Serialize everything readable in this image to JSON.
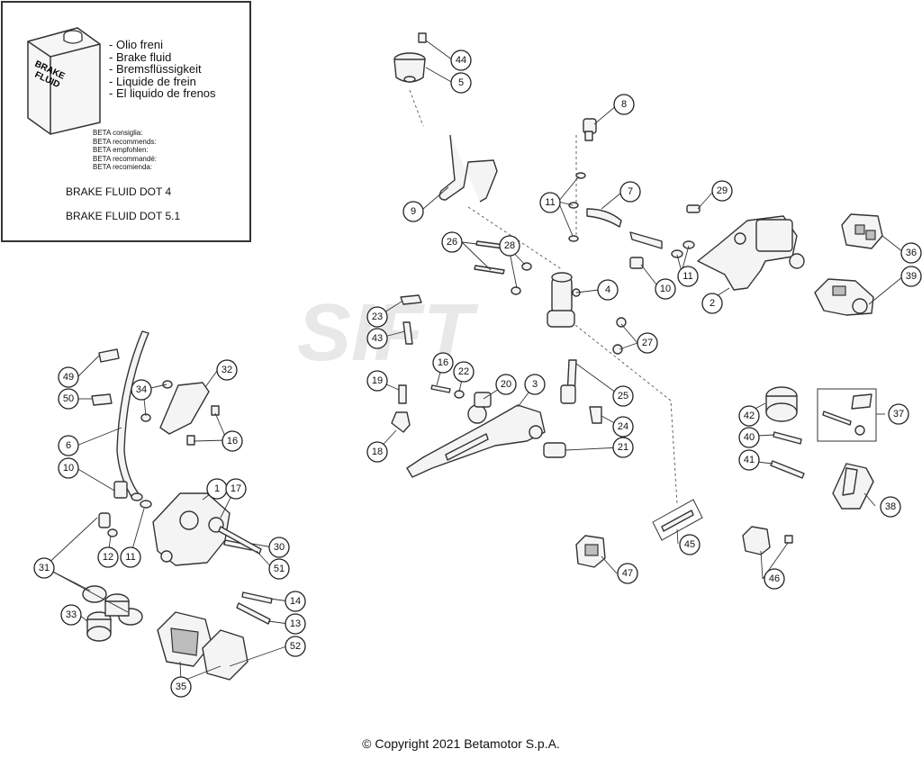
{
  "fluid_box": {
    "bottle_label_line1": "BRAKE",
    "bottle_label_line2": "FLUID",
    "names": [
      "Olio freni",
      "Brake fluid",
      "Bremsflüssigkeit",
      "Liquide de frein",
      "El liquido de frenos"
    ],
    "recommends": [
      "BETA consiglia:",
      "BETA recommends:",
      "BETA empfohlen:",
      "BETA recommandé:",
      "BETA recomienda:"
    ],
    "spec_1": "BRAKE FLUID DOT 4",
    "spec_2": "BRAKE FLUID DOT 5.1"
  },
  "callouts": [
    "44",
    "5",
    "8",
    "9",
    "11",
    "7",
    "29",
    "36",
    "39",
    "26",
    "28",
    "4",
    "10",
    "11",
    "2",
    "23",
    "43",
    "27",
    "16",
    "22",
    "19",
    "20",
    "3",
    "25",
    "18",
    "24",
    "21",
    "49",
    "32",
    "34",
    "50",
    "16",
    "6",
    "10",
    "1",
    "17",
    "12",
    "11",
    "30",
    "31",
    "51",
    "14",
    "33",
    "13",
    "52",
    "35",
    "42",
    "37",
    "40",
    "41",
    "38",
    "45",
    "47",
    "46"
  ],
  "watermark": "SIFT",
  "copyright": "© Copyright 2021 Betamotor S.p.A."
}
